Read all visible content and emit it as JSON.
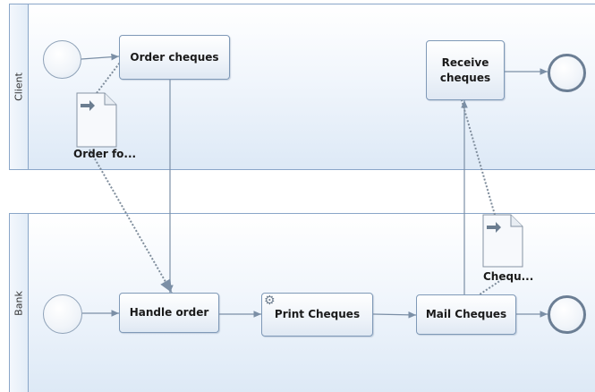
{
  "lanes": {
    "client": "Client",
    "bank": "Bank"
  },
  "tasks": {
    "order_cheques": "Order cheques",
    "receive_cheques": "Receive\ncheques",
    "handle_order": "Handle order",
    "print_cheques": "Print Cheques",
    "mail_cheques": "Mail Cheques"
  },
  "data_objects": {
    "order_form": "Order fo...",
    "cheques": "Chequ..."
  },
  "colors": {
    "flow_line": "#7b8fa6",
    "association_line": "#7e8c9b",
    "lane_border": "#8aa6c8"
  },
  "icons": {
    "service_task": "gear-icon",
    "data_input": "arrow-right-icon"
  }
}
